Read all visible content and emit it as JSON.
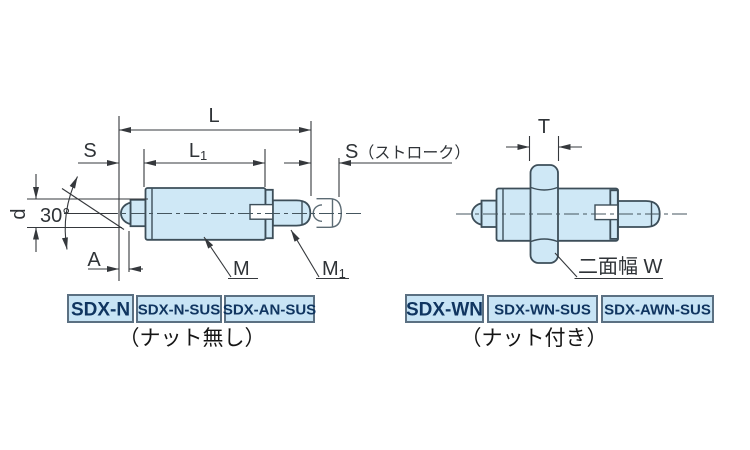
{
  "left_view": {
    "dim_labels": {
      "L": "L",
      "L1_base": "L",
      "L1_sub": "1",
      "S": "S",
      "stroke_S": "S",
      "stroke_paren": "（ストローク）",
      "d": "d",
      "angle": "30°",
      "A": "A",
      "M": "M",
      "M1_base": "M",
      "M1_sub": "1"
    },
    "model_boxes": [
      {
        "label": "SDX-N"
      },
      {
        "label": "SDX-N-SUS"
      },
      {
        "label": "SDX-AN-SUS"
      }
    ],
    "caption": "（ナット無し）"
  },
  "right_view": {
    "dim_labels": {
      "T": "T",
      "width_across_flats": "二面幅 W"
    },
    "model_boxes": [
      {
        "label": "SDX-WN"
      },
      {
        "label": "SDX-WN-SUS"
      },
      {
        "label": "SDX-AWN-SUS"
      }
    ],
    "caption": "（ナット付き）"
  },
  "colors": {
    "part_fill": "#cfe8f6",
    "part_outline": "#3d4e59",
    "dimension_line": "#35383c",
    "model_box_fill": "#c8e4f5",
    "model_box_border": "#5b7082",
    "model_box_text": "#103560"
  }
}
